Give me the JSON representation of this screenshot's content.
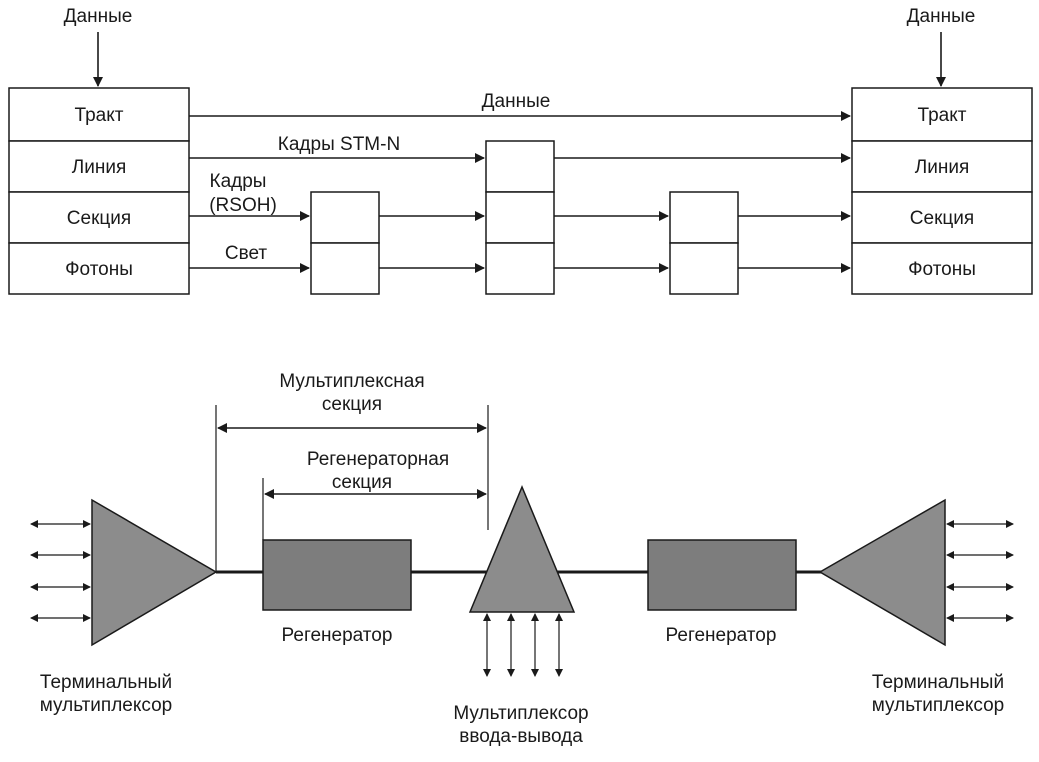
{
  "top": {
    "input_label_left": "Данные",
    "input_label_right": "Данные",
    "layers": [
      "Тракт",
      "Линия",
      "Секция",
      "Фотоны"
    ],
    "flow_path": "Данные",
    "flow_line": "Кадры STM-N",
    "flow_section_1": "Кадры",
    "flow_section_2": "(RSOH)",
    "flow_photon": "Свет"
  },
  "bottom": {
    "mux_section_1": "Мультиплексная",
    "mux_section_2": "секция",
    "regen_section_1": "Регенераторная",
    "regen_section_2": "секция",
    "regenerator_left": "Регенератор",
    "regenerator_right": "Регенератор",
    "terminal_left_1": "Терминальный",
    "terminal_left_2": "мультиплексор",
    "terminal_right_1": "Терминальный",
    "terminal_right_2": "мультиплексор",
    "adm_1": "Мультиплексор",
    "adm_2": "ввода-вывода"
  }
}
